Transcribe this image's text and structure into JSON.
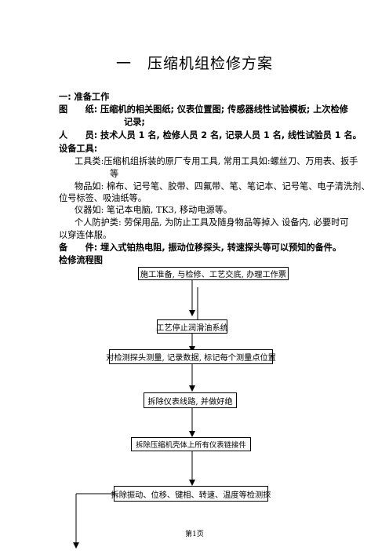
{
  "title": "一　压缩机组检修方案",
  "section1": "一: 准备工作",
  "drawings_label": "图　　纸:",
  "drawings_line1": "压缩机的相关图纸; 仪表位置图; 传感器线性试验模板; 上次检修",
  "drawings_line2": "记录;",
  "personnel_label": "人　　员:",
  "personnel_text": "技术人员 1 名, 检修人员 2 名, 记录人员 1 名, 线性试验员 1 名。",
  "tools_heading": "设备工具:",
  "tools_line1": "工具类:压缩机组拆装的原厂专用工具, 常用工具如:螺丝刀、万用表、扳手",
  "tools_line2": "等",
  "supplies_line1": "物品如: 棉布、记号笔、胶带、四氟带、笔、笔记本、记号笔、电子清洗剂、",
  "supplies_line2": "位号标签、吸油纸等。",
  "instruments_line": "仪器如: 笔记本电脑, TK3, 移动电源等。",
  "ppe_line1": "个人防护类: 劳保用品, 为防止工具及随身物品等掉入 设备内, 必要时可",
  "ppe_line2": "以穿连体服。",
  "spares_label": "备　　件:",
  "spares_text": "埋入式铂热电阻, 振动位移探头, 转速探头等可以预知的备件。",
  "flow_heading": "检修流程图",
  "flow_steps": [
    "施工准备, 与检修、工艺交底, 办理工作票",
    "工艺停止润滑油系统",
    "对检测探头测量, 记录数据, 标记每个测量点位置",
    "拆除仪表线路, 并做好绝",
    "拆除压缩机壳体上所有仪表链接件",
    "拆除振动、位移、键相、转速、温度等检测探"
  ],
  "footer": "第1页"
}
